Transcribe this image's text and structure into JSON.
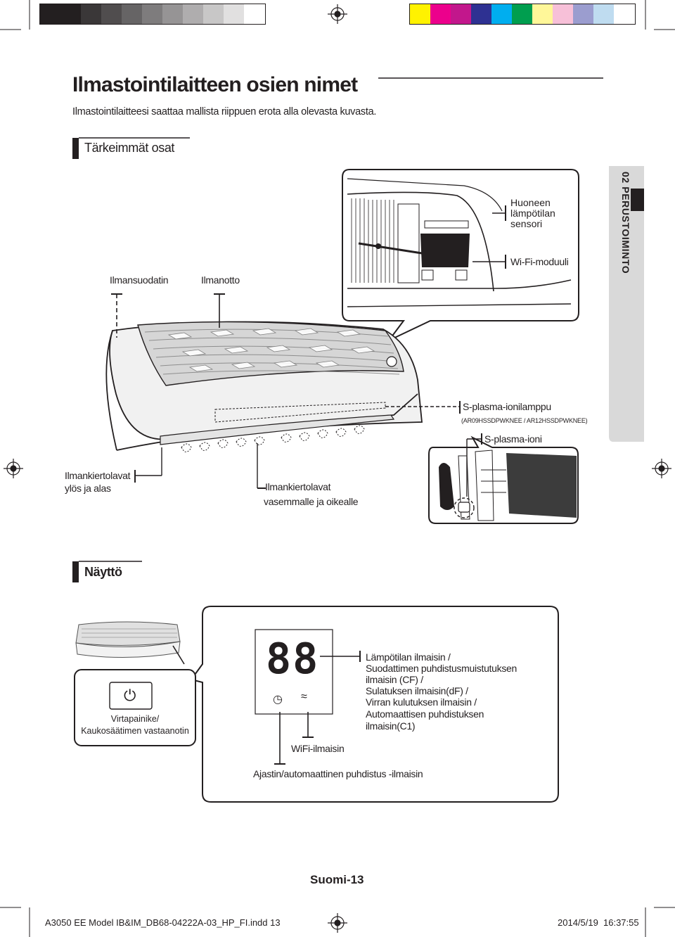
{
  "header": {
    "title": "Ilmastointilaitteen osien nimet",
    "subtitle": "Ilmastointilaitteesi saattaa mallista riippuen erota alla olevasta kuvasta."
  },
  "side_tab": {
    "label": "02  PERUSTOIMINTO"
  },
  "sections": {
    "main_parts": "Tärkeimmät osat",
    "display": "Näyttö"
  },
  "callouts": {
    "filter": "Ilmansuodatin",
    "intake": "Ilmanotto",
    "temp_sensor": [
      "Huoneen",
      "lämpötilan",
      "sensori"
    ],
    "wifi_module": "Wi-Fi-moduuli",
    "splasma_lamp": "S-plasma-ionilamppu",
    "splasma_lamp_models": "(AR09HSSDPWKNEE / AR12HSSDPWKNEE)",
    "splasma_ion": "S-plasma-ioni",
    "vertical_blades": [
      "Ilmankiertolavat",
      "ylös ja alas"
    ],
    "horizontal_blades": [
      "Ilmankiertolavat",
      "vasemmalle ja oikealle"
    ]
  },
  "display_panel": {
    "digits": "88",
    "power_label": [
      "Virtapainike/",
      "Kaukosäätimen vastaanotin"
    ],
    "wifi_indicator": "WiFi-ilmaisin",
    "timer_indicator": "Ajastin/automaattinen puhdistus -ilmaisin",
    "temp_indicator": [
      "Lämpötilan ilmaisin /",
      "Suodattimen puhdistusmuistutuksen",
      "ilmaisin (CF) /",
      "Sulatuksen ilmaisin(dF) /",
      "Virran kulutuksen ilmaisin /",
      "Automaattisen puhdistuksen",
      "ilmaisin(C1)"
    ]
  },
  "footer": {
    "page_label": "Suomi-13",
    "file_name": "A3050 EE Model IB&IM_DB68-04222A-03_HP_FI.indd   13",
    "print_date": "2014/5/19",
    "print_time": "16:37:55"
  },
  "colors": {
    "text": "#231f20",
    "tab_gray": "#d9d9d9",
    "bar_swatches": [
      "#231f20",
      "#231f20",
      "#383536",
      "#4e4b4c",
      "#656263",
      "#7c797a",
      "#939192",
      "#abaaaa",
      "#c5c4c4",
      "#dedede",
      "#ffffff"
    ],
    "color_swatches": [
      "#fff200",
      "#ec008c",
      "#c2178c",
      "#2e3192",
      "#00aeef",
      "#009e4f",
      "#fff799",
      "#f7c0d8",
      "#9b9dcf",
      "#bfdcf0",
      "#ffffff"
    ]
  }
}
